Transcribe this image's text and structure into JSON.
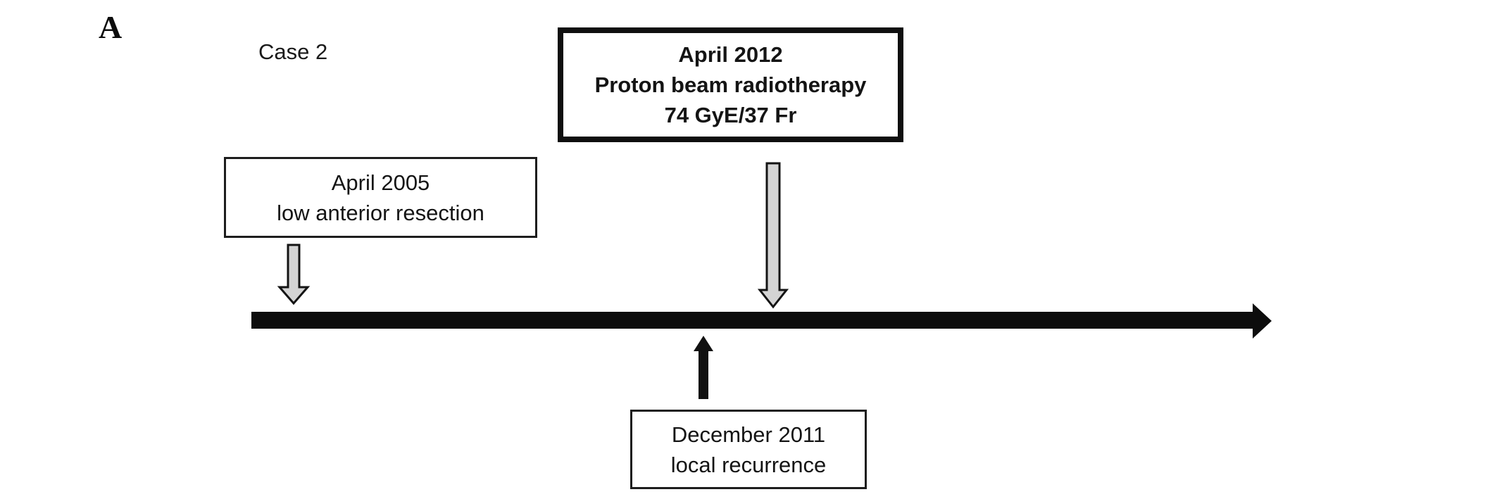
{
  "figure": {
    "panel_label": "A",
    "case_label": "Case 2"
  },
  "events": {
    "surgery": {
      "lines": [
        "April 2005",
        "low anterior resection"
      ]
    },
    "radiotherapy": {
      "lines": [
        "April 2012",
        "Proton beam radiotherapy",
        "74 GyE/37 Fr"
      ]
    },
    "recurrence": {
      "lines": [
        "December 2011",
        "local recurrence"
      ]
    }
  },
  "icons": {
    "timeline": "right-arrow",
    "surgery_connector": "down-arrow",
    "radiotherapy_connector": "down-arrow",
    "recurrence_connector": "up-arrow"
  },
  "colors": {
    "timeline": "#0d0d0d",
    "arrow_fill_gray": "#d4d4d4",
    "arrow_outline": "#141414",
    "up_arrow_fill": "#111111",
    "box_border": "#1d1d1d",
    "text": "#1a1a1a",
    "background": "#ffffff"
  }
}
